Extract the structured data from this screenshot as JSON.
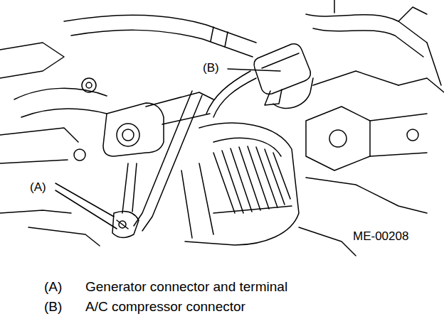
{
  "diagram": {
    "labels": [
      "(B)",
      "(A)",
      "ME-00208",
      "(A)",
      "Generator connector and terminal",
      "(B)",
      "A/C compressor connector"
    ]
  }
}
